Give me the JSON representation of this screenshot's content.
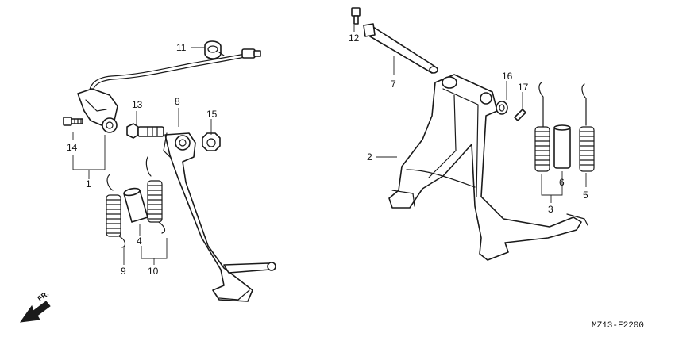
{
  "diagram_code": "MZ13-F2200",
  "direction_label": "FR.",
  "callouts": {
    "c1": "1",
    "c2": "2",
    "c3": "3",
    "c4": "4",
    "c5": "5",
    "c6": "6",
    "c7": "7",
    "c8": "8",
    "c9": "9",
    "c10": "10",
    "c11": "11",
    "c12": "12",
    "c13": "13",
    "c14": "14",
    "c15": "15",
    "c16": "16",
    "c17": "17"
  }
}
